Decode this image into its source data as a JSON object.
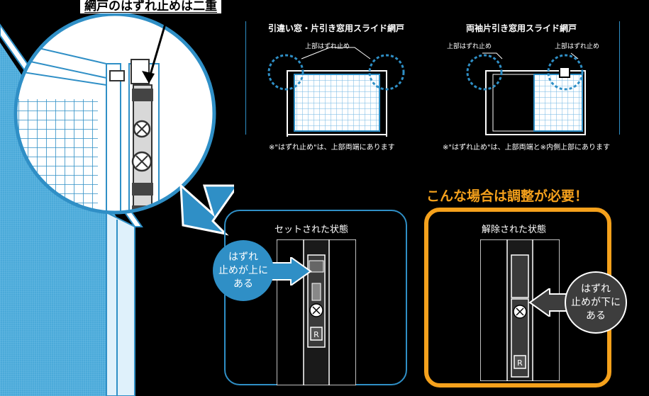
{
  "header_label": "網戸のはずれ止めは二重",
  "diagrams": {
    "left": {
      "title": "引違い窓・片引き窓用スライド網戸",
      "label": "上部はずれ止め",
      "note": "※\"はずれ止め\"は、上部両端にあります"
    },
    "right": {
      "title": "両袖片引き窓用スライド網戸",
      "label_left": "上部はずれ止め",
      "label_right": "上部はずれ止め",
      "note": "※\"はずれ止め\"は、上部両端と※内側上部にあります"
    }
  },
  "alert_text": "こんな場合は調整が必要！",
  "panels": {
    "set": {
      "title": "セットされた状態",
      "bubble_line1": "はずれ",
      "bubble_line2": "止めが上に",
      "bubble_line3": "ある"
    },
    "released": {
      "title": "解除された状態",
      "bubble_line1": "はずれ",
      "bubble_line2": "止めが下に",
      "bubble_line3": "ある"
    }
  },
  "colors": {
    "accent_blue": "#2f8fc6",
    "accent_orange": "#f5a11c",
    "screen_blue": "#4aa9d9",
    "mesh_blue": "#6fb6e3"
  },
  "icons": [
    "screw-icon",
    "r-badge-icon",
    "arrow-right-icon",
    "arrow-left-icon"
  ]
}
